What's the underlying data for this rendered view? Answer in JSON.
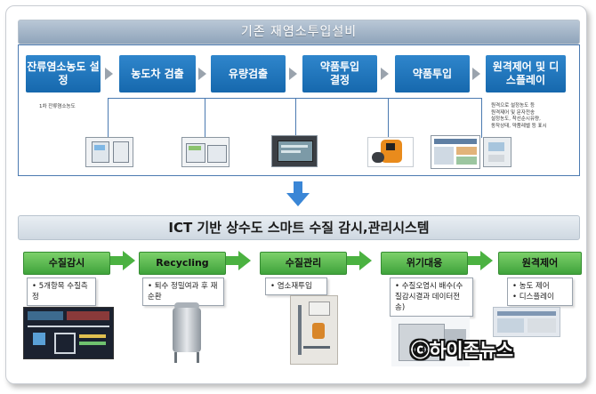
{
  "top_title": "기존 재염소투입설비",
  "top_steps": [
    "잔류염소농도 설정",
    "농도차 검출",
    "유량검출",
    "약품투입 결정",
    "약품투입",
    "원격제어 및 디스플레이"
  ],
  "top_left_note": "1차 잔류염소농도",
  "top_right_note": [
    "원격으로 설정농도 등",
    "원격제어 및 문자전송",
    "설정농도, 착선순시유량,",
    "동작상태, 약품레벨 등 표시"
  ],
  "bottom_title": "ICT 기반 상수도 스마트 수질 감시,관리시스템",
  "bottom_steps": [
    {
      "label": "수질감시",
      "items": [
        "5개항목 수질측정"
      ]
    },
    {
      "label": "Recycling",
      "items": [
        "퇴수 정밀여과 후 재순환"
      ]
    },
    {
      "label": "수질관리",
      "items": [
        "염소재투입"
      ]
    },
    {
      "label": "위기대응",
      "items": [
        "수질오염시 배수(수질감시결과 데이터전송)"
      ]
    },
    {
      "label": "원격제어",
      "items": [
        "농도 제어",
        "디스플레이"
      ]
    }
  ],
  "watermark": "ⓒ하이존뉴스",
  "colors": {
    "step_blue": "#1f78c1",
    "step_green": "#4bb241",
    "arrow_blue": "#3a86d6",
    "frame_line": "#4b7ab1"
  }
}
